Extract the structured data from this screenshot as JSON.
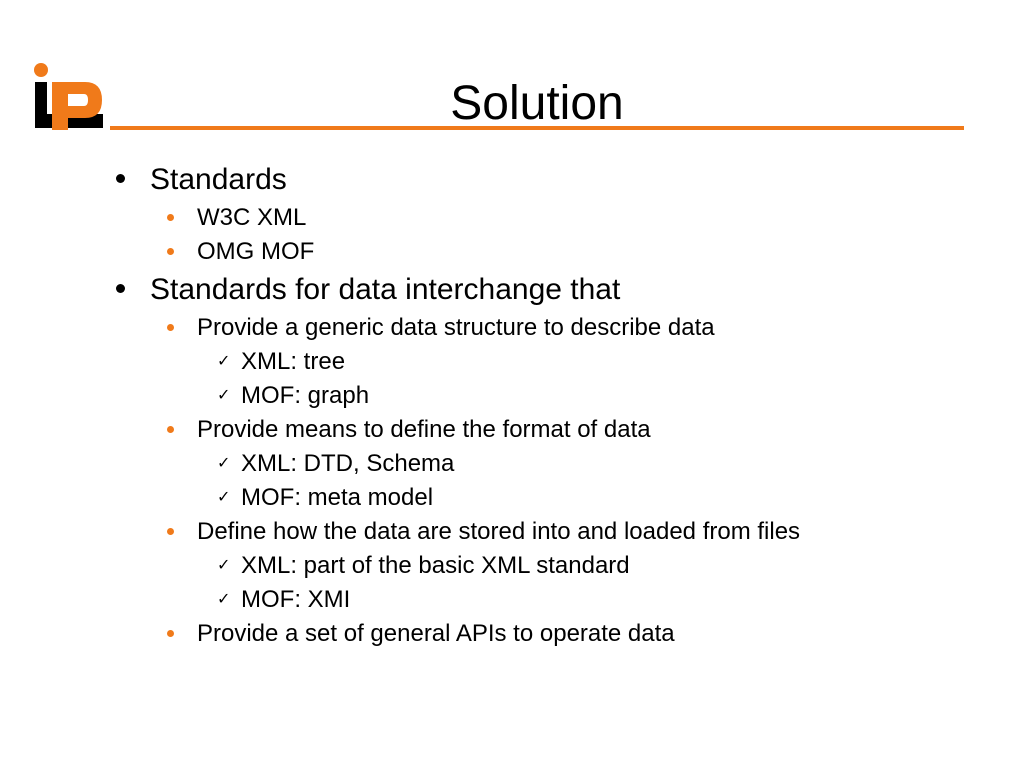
{
  "slide": {
    "title": "Solution",
    "logo_text": "IPD",
    "colors": {
      "accent": "#f07a1a",
      "text": "#000000",
      "logo_dark": "#000000"
    }
  },
  "bullets": [
    {
      "level": 1,
      "text": "Standards"
    },
    {
      "level": 2,
      "text": "W3C XML"
    },
    {
      "level": 2,
      "text": "OMG MOF"
    },
    {
      "level": 1,
      "text": "Standards for data interchange that"
    },
    {
      "level": 2,
      "text": "Provide a generic data structure to describe data"
    },
    {
      "level": 3,
      "text": "XML: tree",
      "icon": "check-icon"
    },
    {
      "level": 3,
      "text": "MOF: graph",
      "icon": "check-icon"
    },
    {
      "level": 2,
      "text": "Provide means to define the format of data"
    },
    {
      "level": 3,
      "text": "XML: DTD, Schema",
      "icon": "check-icon"
    },
    {
      "level": 3,
      "text": "MOF: meta model",
      "icon": "check-icon"
    },
    {
      "level": 2,
      "text": "Define how the data are stored into and loaded from files"
    },
    {
      "level": 3,
      "text": "XML: part of the basic XML standard",
      "icon": "check-icon"
    },
    {
      "level": 3,
      "text": "MOF: XMI",
      "icon": "check-icon"
    },
    {
      "level": 2,
      "text": "Provide a set of general APIs to operate data"
    }
  ],
  "check_glyph": "✓"
}
